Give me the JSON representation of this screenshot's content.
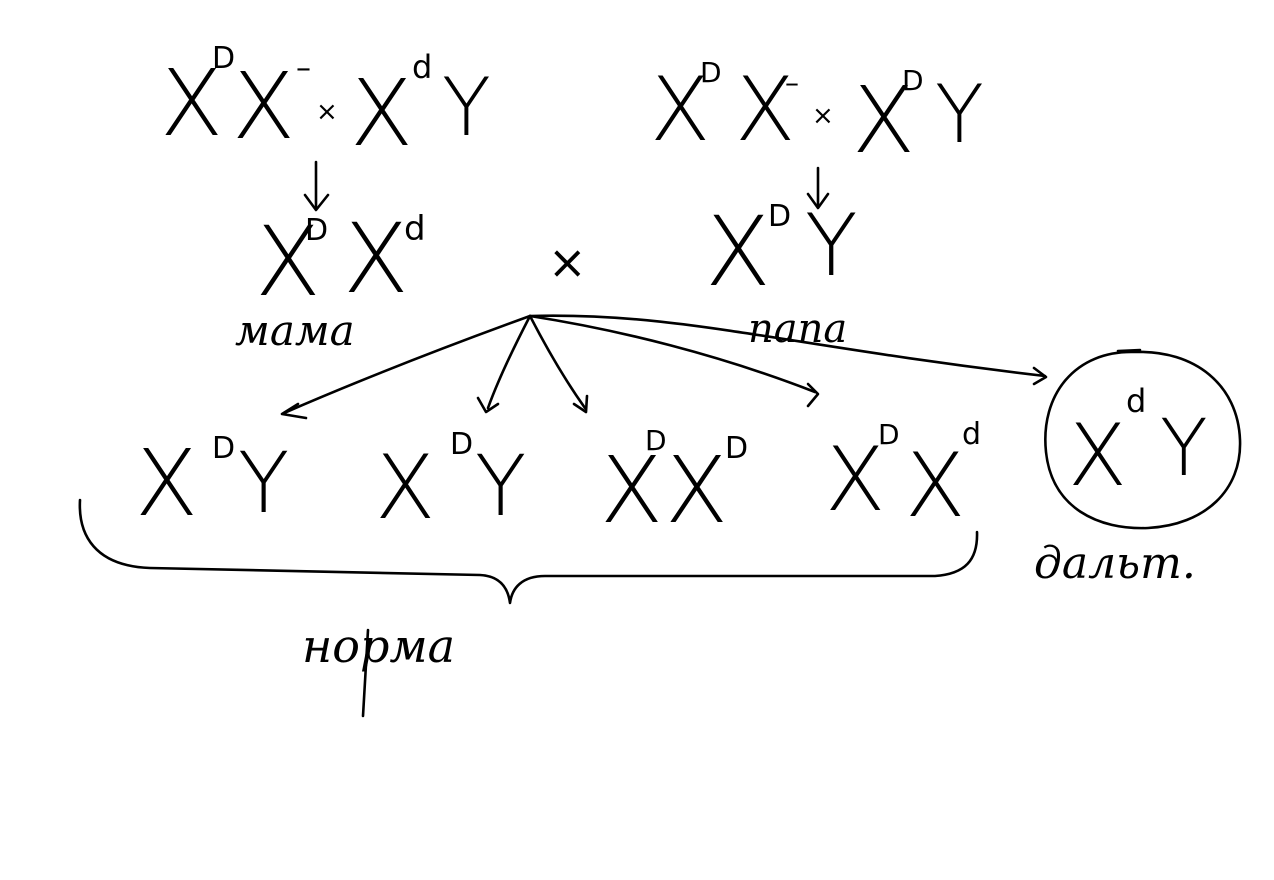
{
  "grandparents_left": {
    "mother": {
      "base1": "X",
      "sup1": "D",
      "base2": "X",
      "sup2": "–"
    },
    "cross": "×",
    "father": {
      "base1": "X",
      "sup1": "d",
      "base2": "Y"
    }
  },
  "grandparents_right": {
    "mother": {
      "base1": "X",
      "sup1": "D",
      "base2": "X",
      "sup2": "–"
    },
    "cross": "×",
    "father": {
      "base1": "X",
      "sup1": "D",
      "base2": "Y"
    }
  },
  "parents": {
    "mother": {
      "base1": "X",
      "sup1": "D",
      "base2": "X",
      "sup2": "d",
      "label": "мама"
    },
    "cross": "×",
    "father": {
      "base1": "X",
      "sup1": "D",
      "base2": "Y",
      "label": "папа"
    }
  },
  "offspring": [
    {
      "base1": "X",
      "sup1": "D",
      "base2": "Y"
    },
    {
      "base1": "X",
      "sup1": "D",
      "base2": "Y"
    },
    {
      "base1": "X",
      "sup1": "D",
      "base2": "X",
      "sup2": "D"
    },
    {
      "base1": "X",
      "sup1": "D",
      "base2": "X",
      "sup2": "d"
    }
  ],
  "normal_label": "норма",
  "affected": {
    "base1": "X",
    "sup1": "d",
    "base2": "Y",
    "label": "дальт."
  }
}
